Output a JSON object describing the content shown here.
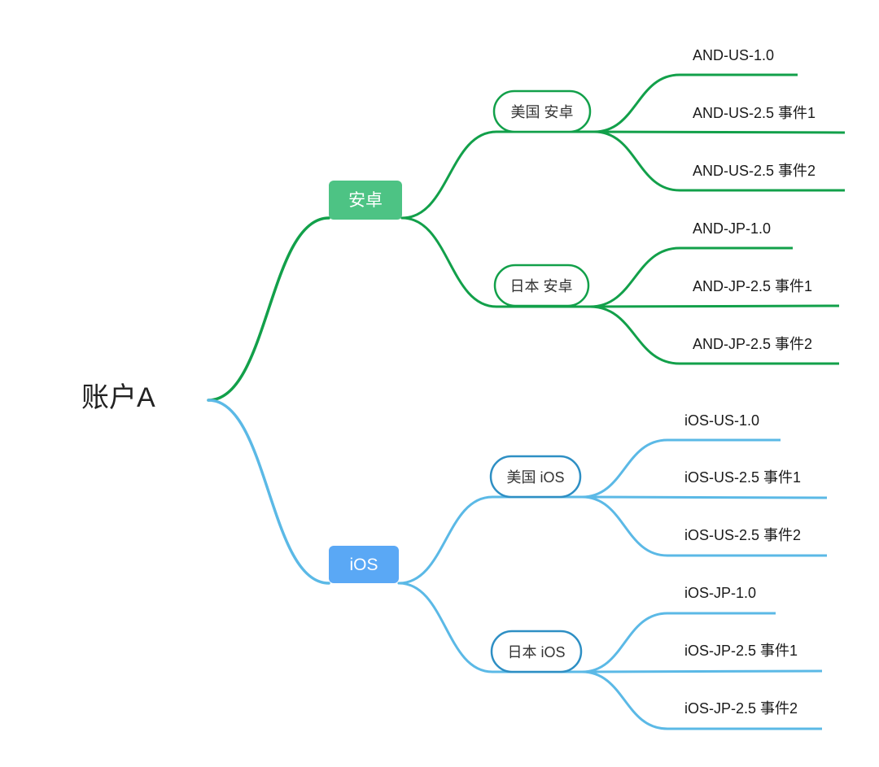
{
  "root": {
    "label": "账户A"
  },
  "branches": [
    {
      "label": "安卓",
      "color": "#12a04a",
      "node_fill": "#4dc384",
      "regions": [
        {
          "label": "美国 安卓",
          "leaves": [
            "AND-US-1.0",
            "AND-US-2.5 事件1",
            "AND-US-2.5 事件2"
          ]
        },
        {
          "label": "日本 安卓",
          "leaves": [
            "AND-JP-1.0",
            "AND-JP-2.5 事件1",
            "AND-JP-2.5 事件2"
          ]
        }
      ]
    },
    {
      "label": "iOS",
      "color": "#5bb9e6",
      "node_fill": "#5aa8f5",
      "regions": [
        {
          "label": "美国 iOS",
          "leaves": [
            "iOS-US-1.0",
            "iOS-US-2.5 事件1",
            "iOS-US-2.5 事件2"
          ]
        },
        {
          "label": "日本 iOS",
          "leaves": [
            "iOS-JP-1.0",
            "iOS-JP-2.5 事件1",
            "iOS-JP-2.5 事件2"
          ]
        }
      ]
    }
  ],
  "colors": {
    "region_border_android": "#12a04a",
    "region_border_ios": "#2e8fc4"
  }
}
